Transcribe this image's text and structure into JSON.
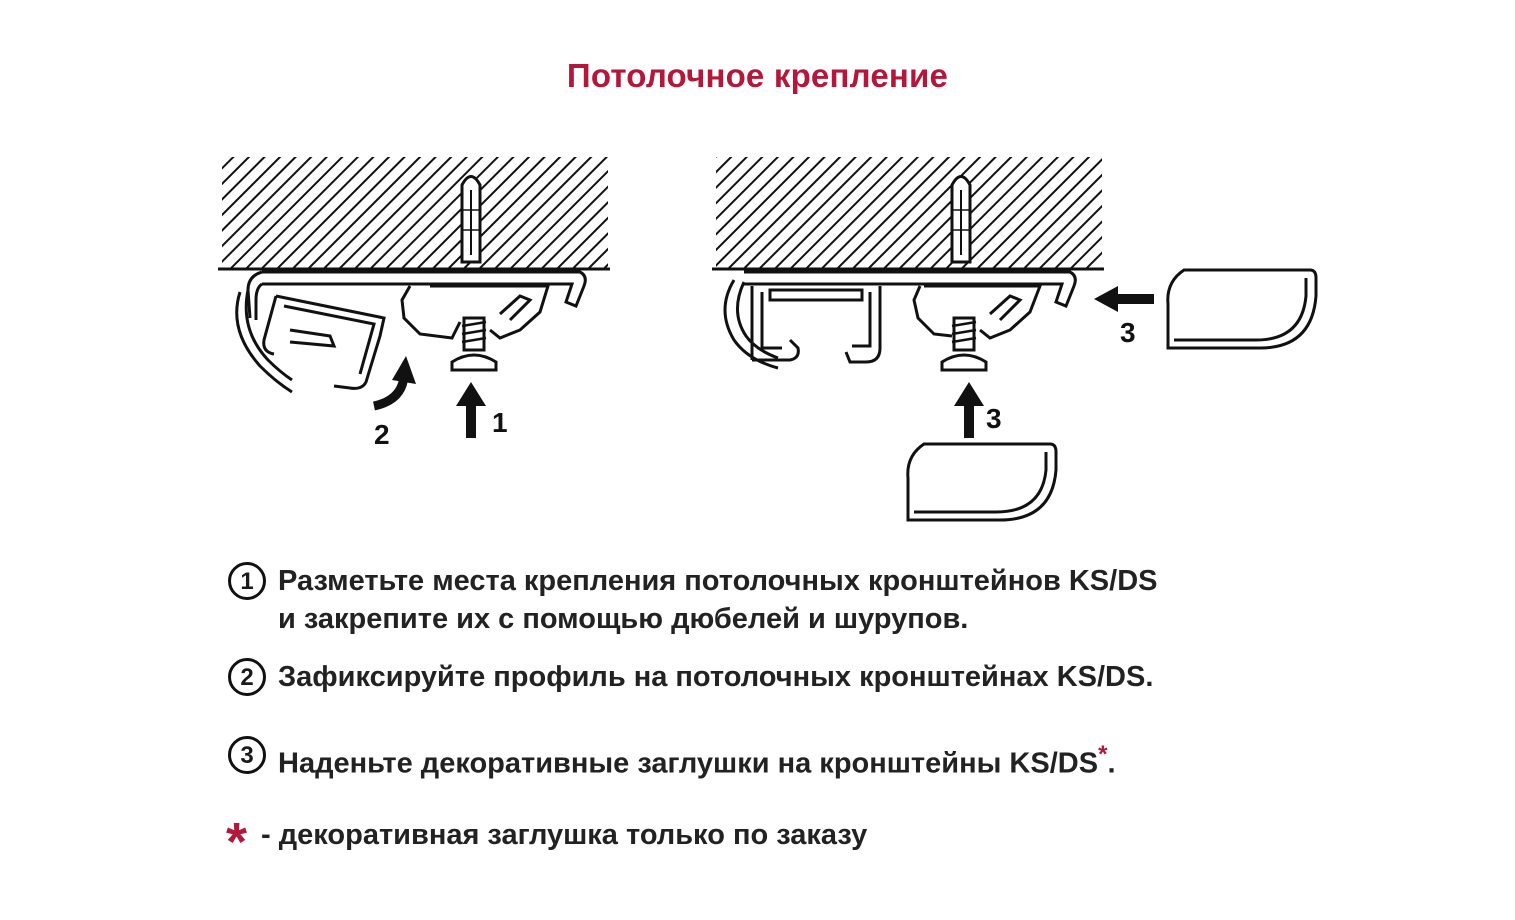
{
  "title": "Потолочное крепление",
  "colors": {
    "accent": "#b3173a",
    "ink": "#1a1a1a"
  },
  "figure_left": {
    "arrow_labels": {
      "screw_arrow": "1",
      "rotate_arrow": "2"
    }
  },
  "figure_right": {
    "arrow_labels": {
      "side_cap_arrow": "3",
      "bottom_cap_arrow": "3"
    }
  },
  "steps": [
    {
      "number": "1",
      "lines": [
        "Разметьте места крепления потолочных кронштейнов KS/DS",
        "и закрепите их с помощью дюбелей и шурупов."
      ]
    },
    {
      "number": "2",
      "lines": [
        "Зафиксируйте профиль на потолочных кронштейнах KS/DS."
      ]
    },
    {
      "number": "3",
      "lines": [
        "Наденьте декоративные заглушки на кронштейны KS/DS"
      ],
      "star": "*",
      "tail": "."
    }
  ],
  "note": {
    "star": "*",
    "text": "- декоративная заглушка только по заказу"
  }
}
